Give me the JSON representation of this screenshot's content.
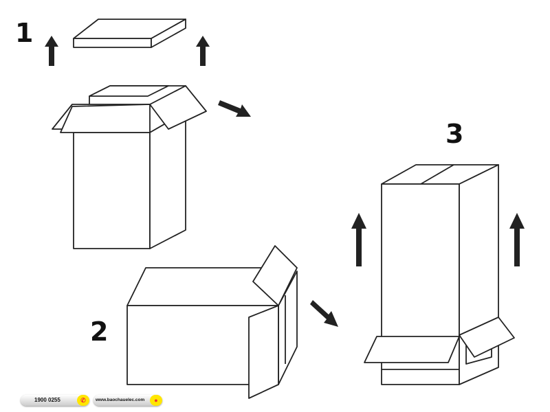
{
  "steps": {
    "one": "1",
    "two": "2",
    "three": "3"
  },
  "footer": {
    "phone": "1900 0255",
    "website": "www.baochauelec.com",
    "phone_icon": "phone-icon",
    "web_icon": "globe-icon",
    "accent": "#ffe600"
  }
}
